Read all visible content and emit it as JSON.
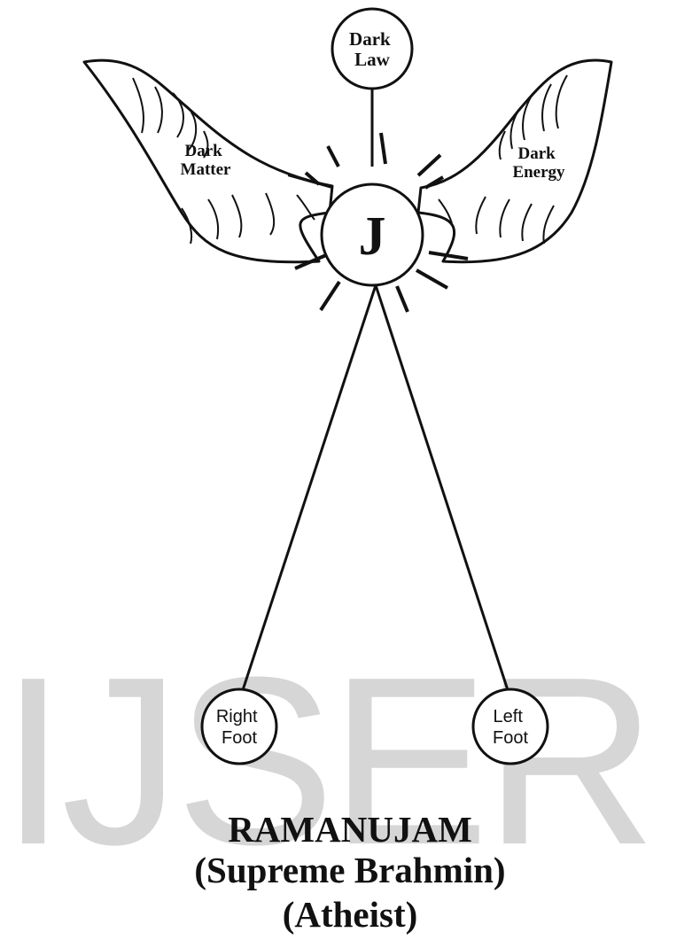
{
  "watermark": "IJSER",
  "nodes": {
    "top": "Dark Law",
    "top_lines": [
      "Dark",
      "Law"
    ],
    "center": "J",
    "left_wing": "Dark Matter",
    "left_wing_lines": [
      "Dark",
      "Matter"
    ],
    "right_wing": "Dark Energy",
    "right_wing_lines": [
      "Dark",
      "Energy"
    ],
    "right_foot_lines": [
      "Right",
      "Foot"
    ],
    "left_foot_lines": [
      "Left",
      "Foot"
    ]
  },
  "captions": {
    "line1": "RAMANUJAM",
    "line2": "(Supreme Brahmin)",
    "line3": "(Atheist)"
  }
}
